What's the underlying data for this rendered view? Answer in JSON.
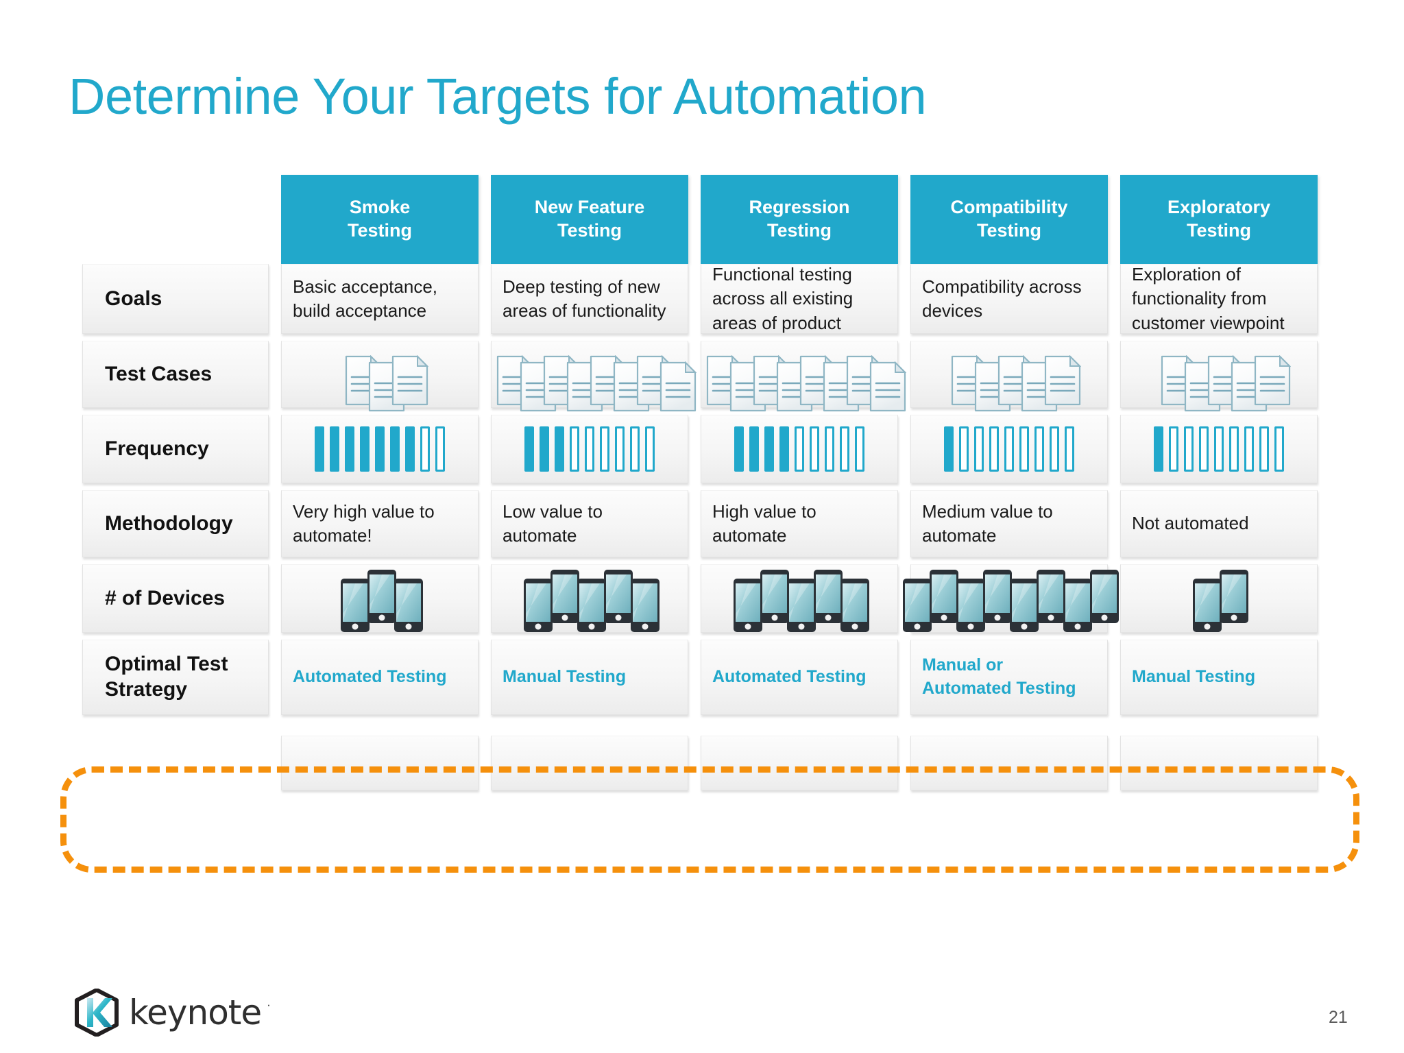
{
  "slide": {
    "title": "Determine Your Targets for Automation",
    "page_number": "21",
    "accent_color": "#21A8CB",
    "highlight_color": "#F5900C"
  },
  "logo": {
    "wordmark": "keynote",
    "registered_mark": "·"
  },
  "matrix": {
    "columns": [
      {
        "key": "smoke",
        "label_line1": "Smoke",
        "label_line2": "Testing"
      },
      {
        "key": "new_feature",
        "label_line1": "New Feature",
        "label_line2": "Testing"
      },
      {
        "key": "regression",
        "label_line1": "Regression",
        "label_line2": "Testing"
      },
      {
        "key": "compatibility",
        "label_line1": "Compatibility",
        "label_line2": "Testing"
      },
      {
        "key": "exploratory",
        "label_line1": "Exploratory",
        "label_line2": "Testing"
      }
    ],
    "rows": [
      {
        "key": "goals",
        "label": "Goals",
        "type": "text",
        "cells": [
          "Basic acceptance, build acceptance",
          "Deep testing of new areas of functionality",
          "Functional testing across all existing areas of product",
          "Compatibility across devices",
          "Exploration of functionality from customer viewpoint"
        ]
      },
      {
        "key": "test_cases",
        "label": "Test Cases",
        "type": "documents",
        "counts": [
          3,
          8,
          8,
          5,
          5
        ]
      },
      {
        "key": "frequency",
        "label": "Frequency",
        "type": "bars",
        "total": 9,
        "filled": [
          7,
          3,
          4,
          1,
          1
        ]
      },
      {
        "key": "methodology",
        "label": "Methodology",
        "type": "text",
        "cells": [
          "Very high value to automate!",
          "Low value to automate",
          "High value to automate",
          "Medium value to automate",
          "Not automated"
        ]
      },
      {
        "key": "devices",
        "label": "# of Devices",
        "type": "devices",
        "counts": [
          3,
          5,
          5,
          8,
          2
        ]
      },
      {
        "key": "optimal_test_strategy",
        "label": "Optimal Test Strategy",
        "type": "strategy",
        "cells": [
          "Automated Testing",
          "Manual Testing",
          "Automated Testing",
          "Manual or Automated Testing",
          "Manual Testing"
        ]
      }
    ]
  }
}
